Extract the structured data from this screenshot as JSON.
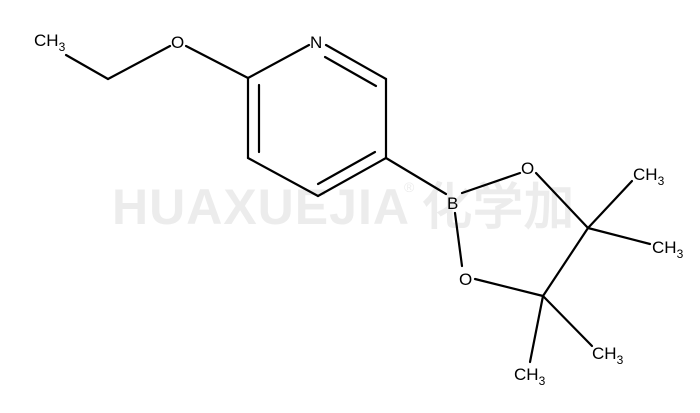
{
  "molecule": {
    "atoms": {
      "ethyl_ch3": {
        "element": "C",
        "hydrogens": "3"
      },
      "ether_o": {
        "element": "O"
      },
      "ring_n": {
        "element": "N"
      },
      "boron": {
        "element": "B"
      },
      "ester_o_top": {
        "element": "O"
      },
      "ester_o_bottom": {
        "element": "O"
      },
      "methyl_1": {
        "element": "C",
        "hydrogens": "3"
      },
      "methyl_2": {
        "element": "C",
        "hydrogens": "3"
      },
      "methyl_3": {
        "element": "C",
        "hydrogens": "3"
      },
      "methyl_4": {
        "element": "C",
        "hydrogens": "3"
      }
    }
  },
  "watermark": {
    "brand": "HUAXUEJIA",
    "registered": "®",
    "chinese": "化学加"
  },
  "colors": {
    "bond": "#000000",
    "text": "#000000",
    "watermark": "#ececec",
    "background": "#ffffff"
  }
}
